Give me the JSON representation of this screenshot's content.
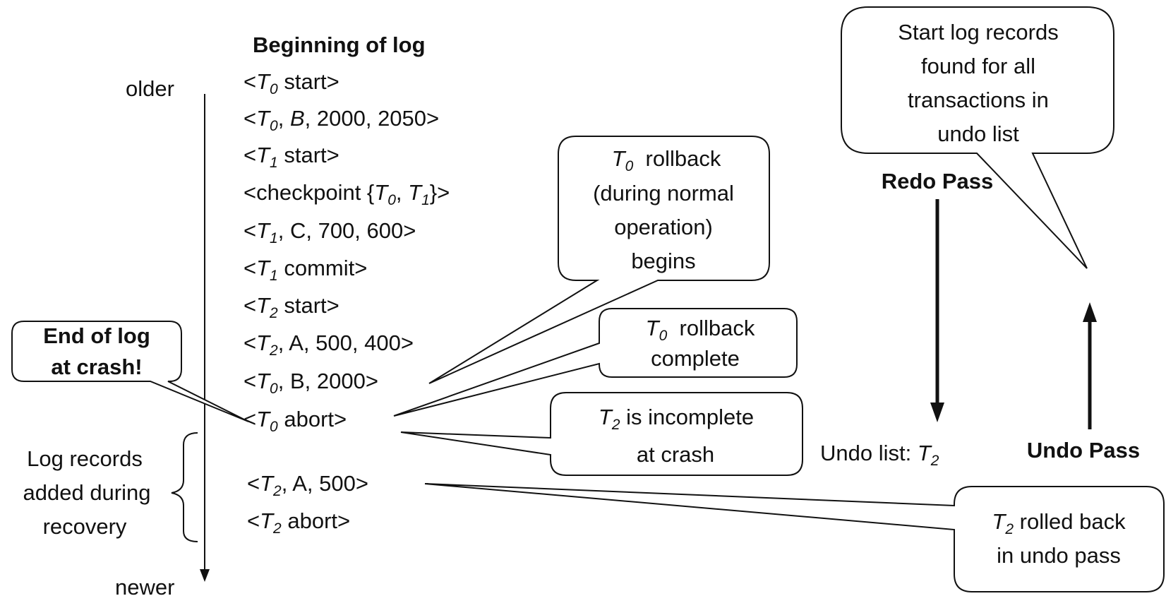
{
  "header": {
    "beginning_of_log": "Beginning of log"
  },
  "timeline": {
    "older": "older",
    "newer": "newer"
  },
  "log_records": [
    {
      "lt": "<",
      "t": "T",
      "sub": "0",
      "rest": " start>"
    },
    {
      "lt": "<",
      "t": "T",
      "sub": "0",
      "mid": ", ",
      "mid_it": "B",
      "rest": ", 2000, 2050>"
    },
    {
      "lt": "<",
      "t": "T",
      "sub": "1",
      "rest": " start>"
    },
    {
      "pre": "<checkpoint {",
      "t": "T",
      "sub": "0",
      "mid": ", ",
      "mid_it": "T",
      "mid_sub": "1",
      "rest": "}>"
    },
    {
      "lt": "<",
      "t": "T",
      "sub": "1",
      "rest": ", C, 700, 600>"
    },
    {
      "lt": "<",
      "t": "T",
      "sub": "1",
      "rest": " commit>"
    },
    {
      "lt": "<",
      "t": "T",
      "sub": "2",
      "rest": " start>"
    },
    {
      "lt": "<",
      "t": "T",
      "sub": "2",
      "rest": ", A, 500, 400>"
    },
    {
      "lt": "<",
      "t": "T",
      "sub": "0",
      "rest": ", B, 2000>"
    },
    {
      "lt": "<",
      "t": "T",
      "sub": "0",
      "rest": " abort>"
    },
    {
      "lt": "<",
      "t": "T",
      "sub": "2",
      "rest": ", A, 500>"
    },
    {
      "lt": "<",
      "t": "T",
      "sub": "2",
      "rest": " abort>"
    }
  ],
  "recovery_note": {
    "line1": "Log records",
    "line2": "added during",
    "line3": "recovery"
  },
  "callouts": {
    "end_of_log": {
      "line1": "End of log",
      "line2": "at crash!"
    },
    "t0_rollback_begins": {
      "t": "T",
      "sub": "0",
      "line1_rest": "  rollback",
      "line2": "(during normal",
      "line3": "operation)",
      "line4": "begins"
    },
    "t0_rollback_complete": {
      "t": "T",
      "sub": "0",
      "line1_rest": "  rollback",
      "line2": "complete"
    },
    "t2_incomplete": {
      "t": "T",
      "sub": "2",
      "line1_rest": " is incomplete",
      "line2": "at crash"
    },
    "t2_rolled_back": {
      "t": "T",
      "sub": "2",
      "line1_rest": " rolled back",
      "line2": "in undo pass"
    },
    "start_records_found": {
      "line1": "Start log records",
      "line2": "found for all",
      "line3": "transactions in",
      "line4": "undo list"
    }
  },
  "passes": {
    "redo": "Redo Pass",
    "undo": "Undo Pass",
    "undo_list_label": "Undo list: ",
    "undo_list_t": "T",
    "undo_list_sub": "2"
  }
}
